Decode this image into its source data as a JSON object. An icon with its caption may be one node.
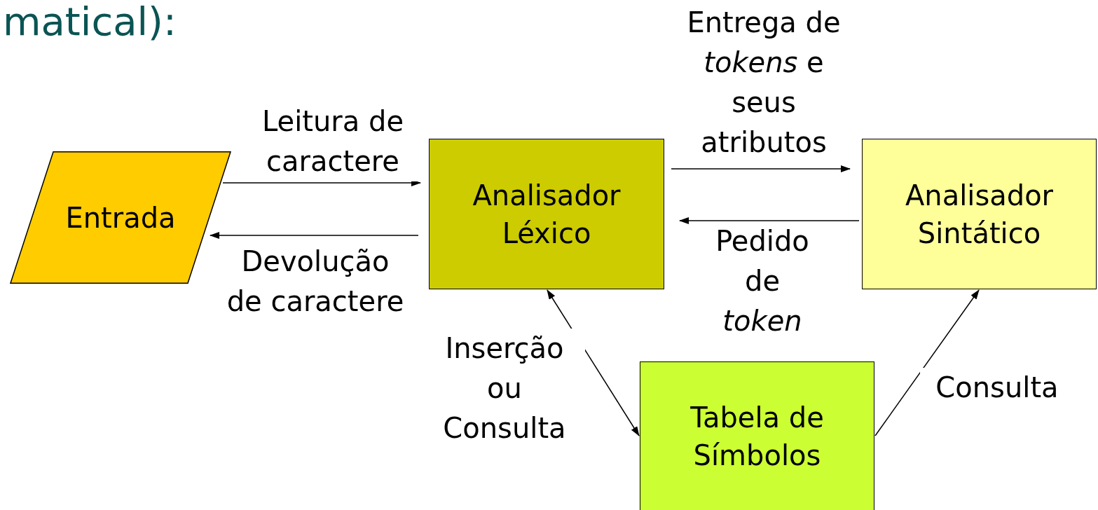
{
  "diagram": {
    "nodes": [
      {
        "text": [
          "Entrada"
        ]
      },
      {
        "text": [
          "Analisador Léxico"
        ]
      },
      {
        "text": [
          "Analisador Sintático"
        ]
      },
      {
        "text": [
          "Tabela de Símbolos"
        ]
      }
    ],
    "edges": [
      {
        "from": 0,
        "to": 1,
        "arrow": "to",
        "label": "Leitura de caractere"
      },
      {
        "from": 1,
        "to": 0,
        "arrow": "to",
        "label": "Devolução de caractere"
      },
      {
        "from": 1,
        "to": 2,
        "arrow": "to",
        "label": "Entrega de *tokens* e seus atributos"
      },
      {
        "from": 2,
        "to": 1,
        "arrow": "to",
        "label": "Pedido de *token*"
      },
      {
        "from": 1,
        "to": 3,
        "arrow": "both",
        "label": "Inserção ou Consulta"
      },
      {
        "from": 3,
        "to": 2,
        "arrow": "to",
        "label": "Consulta"
      }
    ],
    "labels": [
      "matical):"
    ]
  }
}
